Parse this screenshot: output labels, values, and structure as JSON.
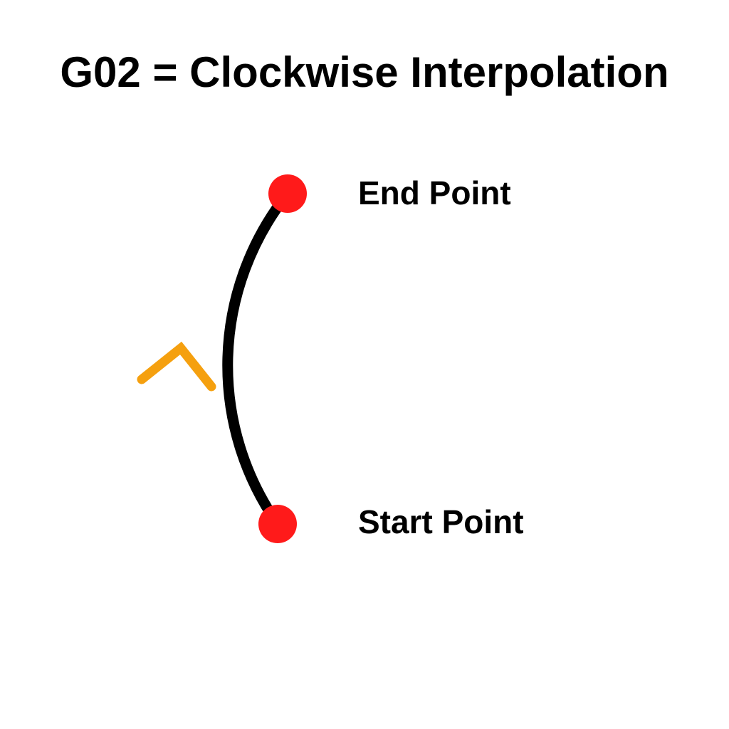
{
  "title": "G02 = Clockwise Interpolation",
  "end_point": {
    "label": "End Point"
  },
  "start_point": {
    "label": "Start Point"
  },
  "colors": {
    "background": "#ffffff",
    "text": "#000000",
    "arc": "#000000",
    "point": "#ff1a1a",
    "arrow": "#f5a00f"
  },
  "icons": {
    "direction_arrow": "chevron-up-icon"
  }
}
